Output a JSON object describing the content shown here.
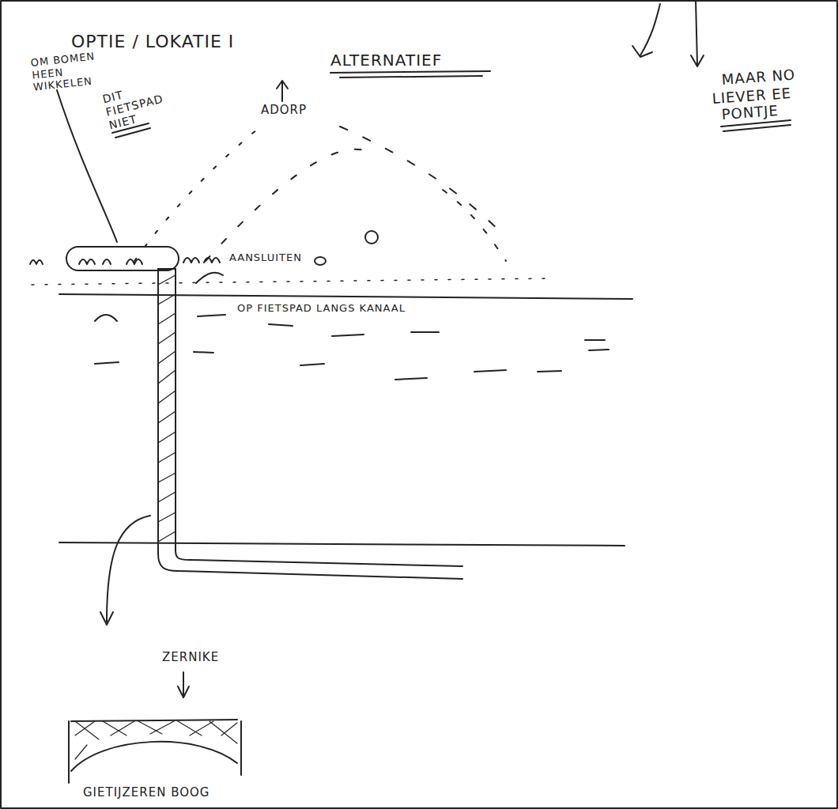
{
  "diagram": {
    "title": "OPTIE / LOKATIE I",
    "labels": [
      "ALTERNATIEF",
      "ADORP",
      "OM BOMEN HEEN WIKKELEN",
      "DIT FIETSPAD NIET",
      "AANSLUITEN",
      "OP FIETSPAD LANGS KANAAL",
      "ZERNIKE",
      "GIETIJZEREN BOOG",
      "MAAR NO",
      "LIEVER EE",
      "PONTJE"
    ]
  }
}
